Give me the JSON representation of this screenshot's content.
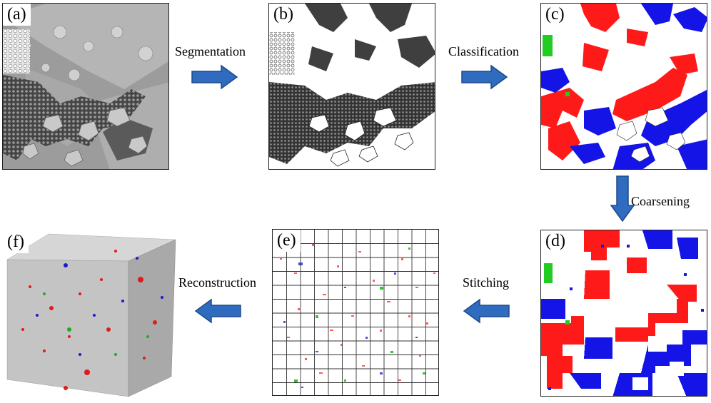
{
  "panels": {
    "a": {
      "label": "(a)"
    },
    "b": {
      "label": "(b)"
    },
    "c": {
      "label": "(c)"
    },
    "d": {
      "label": "(d)"
    },
    "e": {
      "label": "(e)"
    },
    "f": {
      "label": "(f)"
    }
  },
  "steps": {
    "segmentation": "Segmentation",
    "classification": "Classification",
    "coarsening": "Coarsening",
    "stitching": "Stitching",
    "reconstruction": "Reconstruction"
  },
  "colors": {
    "arrow_fill": "#2f6bbf",
    "arrow_stroke": "#1d4a8a",
    "red_phase": "#ff1a1a",
    "blue_phase": "#1414e6",
    "green_phase": "#22cc22",
    "dark_pore": "#4a4a4a",
    "grain_gray": "#b8b8b8"
  }
}
